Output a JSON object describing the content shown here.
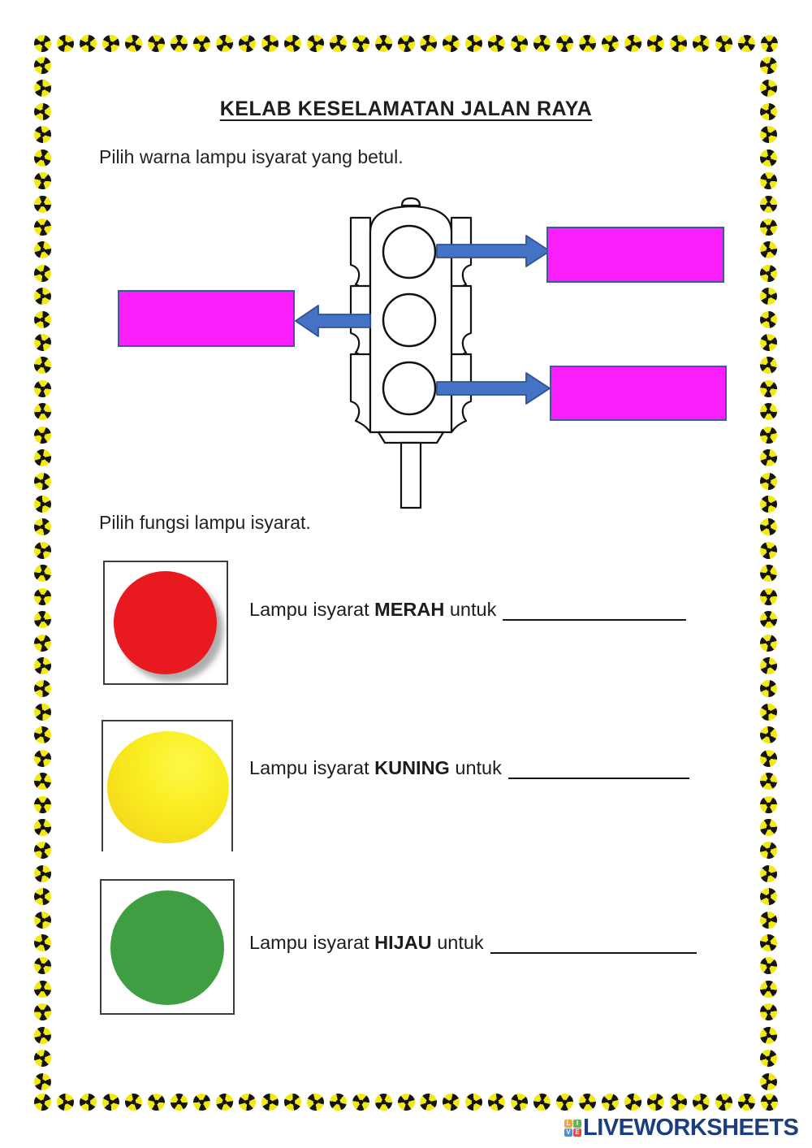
{
  "page": {
    "title": "KELAB KESELAMATAN JALAN RAYA",
    "instruction1": "Pilih warna lampu isyarat yang betul.",
    "instruction2": "Pilih fungsi lampu isyarat."
  },
  "figure": {
    "description": "traffic light with three empty lights and arrows to blank answer boxes",
    "answer_boxes": [
      {
        "id": "right-top",
        "value": ""
      },
      {
        "id": "left-middle",
        "value": ""
      },
      {
        "id": "right-bottom",
        "value": ""
      }
    ]
  },
  "questions": [
    {
      "prefix": "Lampu isyarat",
      "keyword": "MERAH",
      "suffix": "untuk",
      "answer": "",
      "light_color": "#E8191F"
    },
    {
      "prefix": "Lampu isyarat",
      "keyword": "KUNING",
      "suffix": "untuk",
      "answer": "",
      "light_color": "#F7E11B"
    },
    {
      "prefix": "Lampu isyarat",
      "keyword": "HIJAU",
      "suffix": "untuk",
      "answer": "",
      "light_color": "#3F9E42"
    }
  ],
  "colors": {
    "answer_box_fill": "#FA1EFA",
    "answer_box_border": "#4156A6",
    "arrow_fill": "#4472C4",
    "arrow_stroke": "#2E5395",
    "border_wheel_yellow": "#F2E813",
    "logo_text": "#1B3F7E"
  },
  "footer": {
    "brand": "LIVEWORKSHEETS",
    "tiles": [
      {
        "letter": "L",
        "color": "#F2A33C"
      },
      {
        "letter": "I",
        "color": "#62B15C"
      },
      {
        "letter": "V",
        "color": "#4F8FD5"
      },
      {
        "letter": "E",
        "color": "#DD4F45"
      }
    ]
  }
}
